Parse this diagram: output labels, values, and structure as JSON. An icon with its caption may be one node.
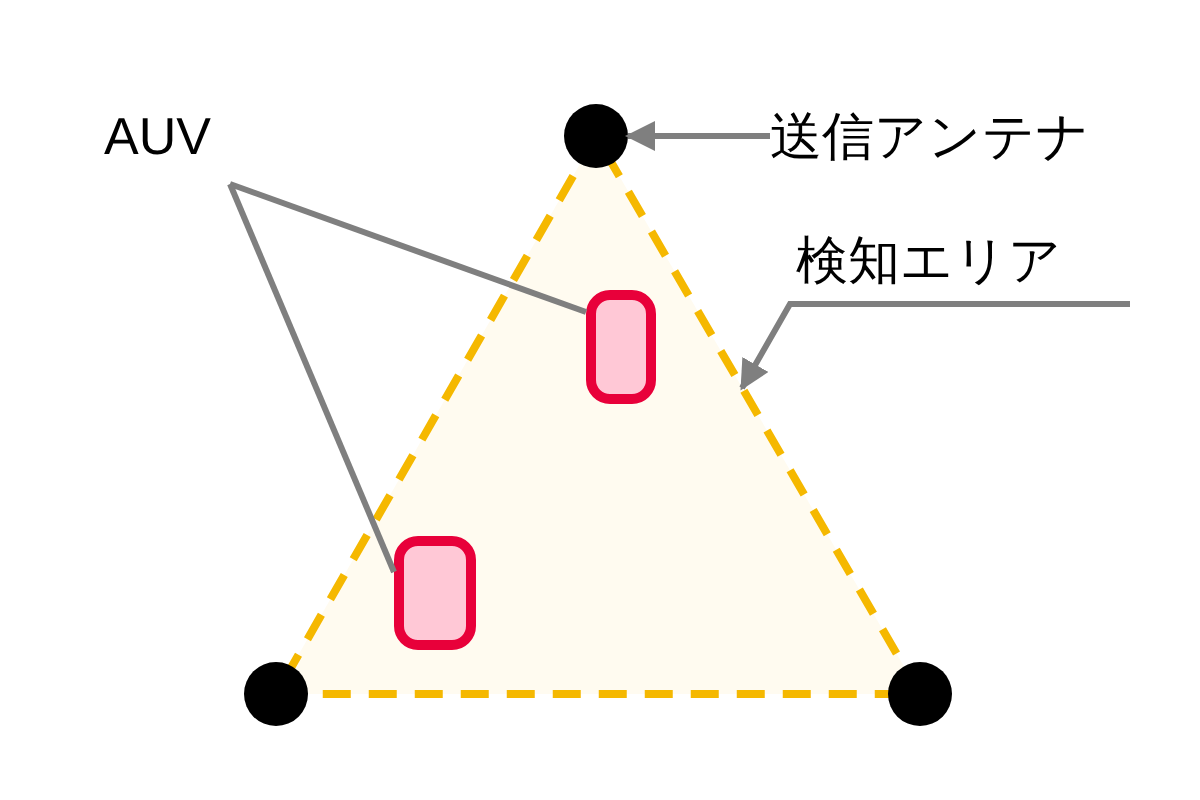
{
  "diagram": {
    "nodes": [
      {
        "text": [],
        "shape": "triangle"
      },
      {
        "text": [],
        "shape": "circle"
      },
      {
        "text": [
          "AUV"
        ]
      },
      {
        "text": [
          "送信アンテナ"
        ]
      },
      {
        "text": [
          "検知エリア"
        ]
      },
      {
        "text": [],
        "shape": "box",
        "in": 0
      },
      {
        "text": [],
        "shape": "circle"
      },
      {
        "text": [],
        "shape": "box",
        "in": 0
      },
      {
        "text": [],
        "shape": "circle"
      }
    ],
    "edges": [
      {
        "from": 2,
        "to": 5,
        "arrow": "none"
      },
      {
        "from": 2,
        "to": 7,
        "arrow": "none"
      },
      {
        "from": 3,
        "to": 1,
        "arrow": "to"
      },
      {
        "from": 4,
        "to": 0,
        "arrow": "to"
      }
    ]
  }
}
